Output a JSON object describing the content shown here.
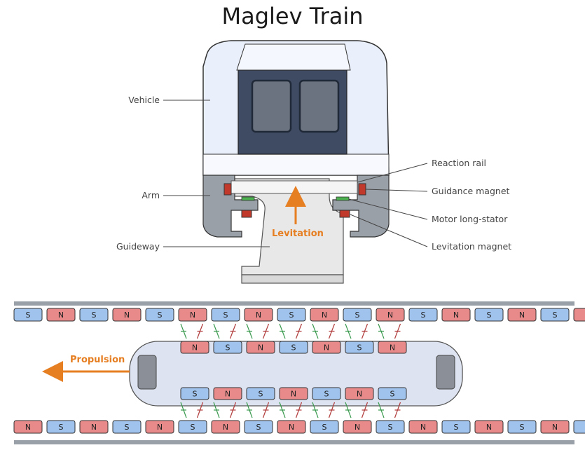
{
  "title": "Maglev Train",
  "labels": {
    "vehicle": "Vehicle",
    "arm": "Arm",
    "guideway": "Guideway",
    "reaction_rail": "Reaction rail",
    "guidance_magnet": "Guidance magnet",
    "motor_long_stator": "Motor long-stator",
    "levitation_magnet": "Levitation magnet",
    "levitation": "Levitation",
    "propulsion": "Propulsion"
  },
  "magnets": {
    "top_track": [
      "S",
      "N",
      "S",
      "N",
      "S",
      "N",
      "S",
      "N",
      "S",
      "N",
      "S",
      "N",
      "S",
      "N",
      "S",
      "N",
      "S",
      "N"
    ],
    "train_top": [
      "N",
      "S",
      "N",
      "S",
      "N",
      "S",
      "N"
    ],
    "train_bottom": [
      "S",
      "N",
      "S",
      "N",
      "S",
      "N",
      "S"
    ],
    "bottom_track": [
      "N",
      "S",
      "N",
      "S",
      "N",
      "S",
      "N",
      "S",
      "N",
      "S",
      "N",
      "S",
      "N",
      "S",
      "N",
      "S",
      "N",
      "S"
    ]
  },
  "colors": {
    "north": "#e88a8a",
    "south": "#9fc3ec",
    "accent": "#e67e22",
    "body": "#dde3f0",
    "dark": "#3f4a63"
  }
}
